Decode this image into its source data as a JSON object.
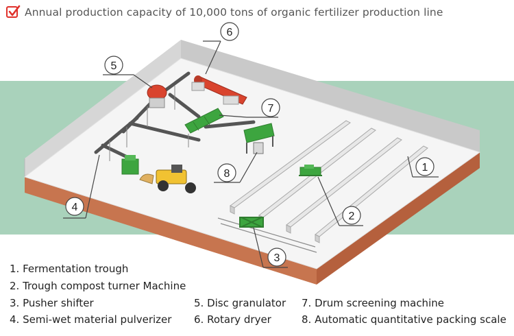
{
  "header": {
    "title": "Annual production capacity of 10,000 tons of organic fertilizer production line",
    "check_icon": "checkmark-box-icon",
    "accent": "#e0312b"
  },
  "colors": {
    "band": "#a9d2bb",
    "floor": "#f4f4f4",
    "wall": "#cfcfcf",
    "base_front": "#c7754f",
    "base_side": "#b5603d",
    "machine_green": "#3da53f",
    "dryer_red": "#d9442e"
  },
  "callouts": [
    "1",
    "2",
    "3",
    "4",
    "5",
    "6",
    "7",
    "8"
  ],
  "legend": [
    "1. Fermentation trough",
    "2. Trough compost turner Machine",
    "3. Pusher shifter",
    "4. Semi-wet material pulverizer",
    "5. Disc granulator",
    "6. Rotary dryer",
    "7. Drum screening machine",
    "8. Automatic quantitative packing scale"
  ]
}
